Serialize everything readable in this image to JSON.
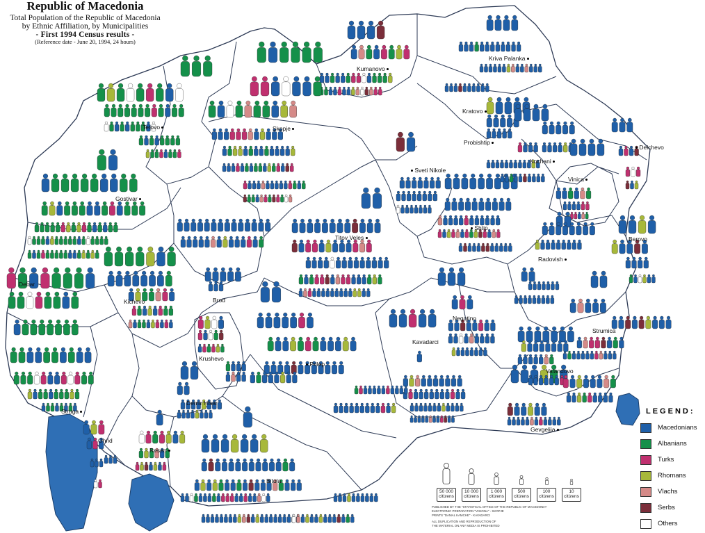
{
  "title": {
    "main": "Republic of Macedonia",
    "line1": "Total Population of the Republic of Macedonia",
    "line2": "by Ethnic Affiliation, by Municipalities",
    "line3": "- First 1994 Census results -",
    "line4": "(Reference date - June 20, 1994, 24 hours)"
  },
  "colors": {
    "border": "#2d3a55",
    "water": "#2f6fb5",
    "macedonians": "#1f5fa8",
    "albanians": "#15904a",
    "turks": "#c0306f",
    "rhomans": "#a7b83a",
    "vlachs": "#d58a88",
    "serbs": "#7b2e3a",
    "others": "#ffffff"
  },
  "legend": {
    "title": "LEGEND:",
    "items": [
      {
        "label": "Macedonians",
        "color": "#1f5fa8"
      },
      {
        "label": "Albanians",
        "color": "#15904a"
      },
      {
        "label": "Turks",
        "color": "#c0306f"
      },
      {
        "label": "Rhomans",
        "color": "#a7b83a"
      },
      {
        "label": "Vlachs",
        "color": "#d58a88"
      },
      {
        "label": "Serbs",
        "color": "#7b2e3a"
      },
      {
        "label": "Others",
        "color": "#ffffff"
      }
    ]
  },
  "scale": [
    {
      "line1": "50 000",
      "line2": "citizens"
    },
    {
      "line1": "10 000",
      "line2": "citizens"
    },
    {
      "line1": "1 000",
      "line2": "citizens"
    },
    {
      "line1": "500",
      "line2": "citizens"
    },
    {
      "line1": "100",
      "line2": "citizens"
    },
    {
      "line1": "10",
      "line2": "citizens"
    }
  ],
  "credits": {
    "line1": "PUBLISHED BY THE \"STATISTICAL OFFICE OF THE REPUBLIC OF MACEDONIA\"",
    "line2": "ELECTRONIC PREPARATION \"VISIONA\" - SKOPJE",
    "line3": "PRINTS \"DAMAL KAMCHE\" - KAVADARCI",
    "line4": "ALL DUPLICATION AND REPRODUCTION OF",
    "line5": "THE MATERIAL ON ANY MEDIA IS PROHIBITED"
  },
  "municipalities": [
    {
      "name": "Kriva Palanka"
    },
    {
      "name": "Kumanovo"
    },
    {
      "name": "Kratovo"
    },
    {
      "name": "Tetovo"
    },
    {
      "name": "Skopje"
    },
    {
      "name": "Probishtip"
    },
    {
      "name": "Delchevo"
    },
    {
      "name": "Kochani"
    },
    {
      "name": "Sveti Nikole"
    },
    {
      "name": "Vinica"
    },
    {
      "name": "Gostivar"
    },
    {
      "name": "Shtip"
    },
    {
      "name": "Titov Veles"
    },
    {
      "name": "Berovo"
    },
    {
      "name": "Radovish"
    },
    {
      "name": "Debar"
    },
    {
      "name": "Kichevo"
    },
    {
      "name": "Brod"
    },
    {
      "name": "Negotino"
    },
    {
      "name": "Strumica"
    },
    {
      "name": "Kavadarci"
    },
    {
      "name": "Krushevo"
    },
    {
      "name": "Prilep"
    },
    {
      "name": "Valandovo"
    },
    {
      "name": "Demir Hisar"
    },
    {
      "name": "Struga"
    },
    {
      "name": "Gevgelija"
    },
    {
      "name": "Ohrid"
    },
    {
      "name": "Resen"
    },
    {
      "name": "Bitola"
    }
  ]
}
